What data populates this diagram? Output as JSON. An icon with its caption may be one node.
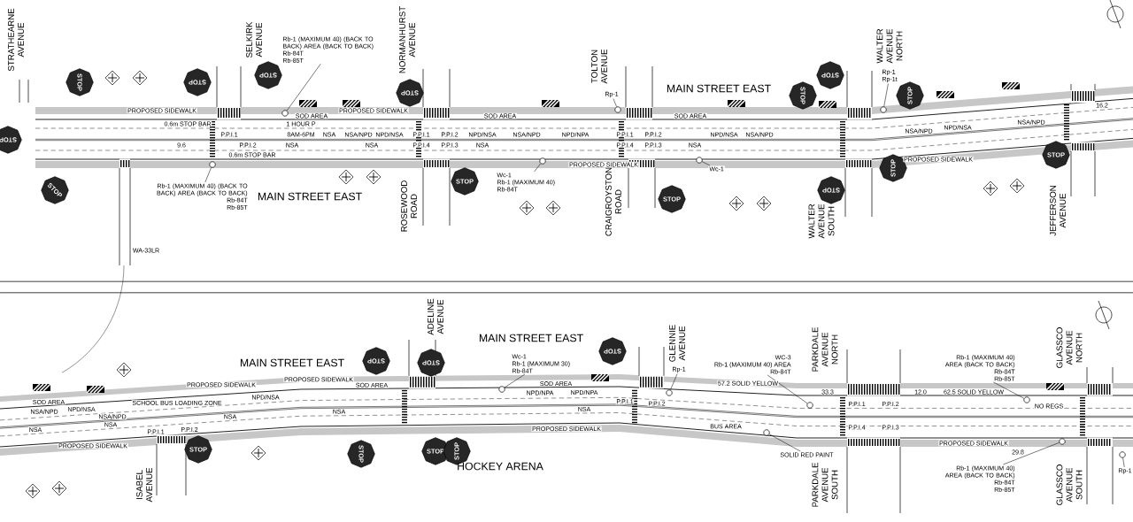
{
  "diagram": {
    "nodes": [
      {
        "text": [
          "Rb-1 (MAXIMUM 40) (BACK TO BACK) AREA (BACK TO BACK)",
          "Rb-84T",
          "Rb-85T"
        ]
      },
      {
        "text": [
          "Rb-1 (MAXIMUM 40) (BACK TO BACK) AREA (BACK TO BACK)",
          "Rb-84T",
          "Rb-85T"
        ]
      },
      {
        "text": [
          "Wc-1",
          "Rb-1 (MAXIMUM 40)",
          "Rb-84T"
        ]
      },
      {
        "text": [
          "Wc-1"
        ]
      },
      {
        "text": [
          "Rp-1"
        ]
      },
      {
        "text": [
          "Rp-1",
          "Rp-1t"
        ]
      },
      {
        "text": [
          "Wc-1",
          "Rb-1 (MAXIMUM 30)",
          "Rb-84T"
        ]
      },
      {
        "text": [
          "WC-3",
          "Rb-1 (MAXIMUM 40) AREA",
          "Rb-84T"
        ]
      },
      {
        "text": [
          "Rb-1 (MAXIMUM 40) AREA (BACK TO BACK)",
          "Rb-84T",
          "Rb-85T"
        ]
      },
      {
        "text": [
          "Rb-1 (MAXIMUM 40) AREA (BACK TO BACK)",
          "Rb-84T",
          "Rb-85T"
        ]
      },
      {
        "text": [
          "SOLID RED PAINT"
        ]
      },
      {
        "text": [
          "Rp-1"
        ]
      },
      {
        "text": [
          "Rp-1"
        ]
      },
      {
        "text": [
          "STOP"
        ]
      },
      {
        "text": [
          "STOP"
        ]
      },
      {
        "text": [
          "STOP"
        ]
      },
      {
        "text": [
          "STOP"
        ]
      },
      {
        "text": [
          "STOP"
        ]
      },
      {
        "text": [
          "STOP"
        ]
      },
      {
        "text": [
          "STOP"
        ]
      },
      {
        "text": [
          "STOP"
        ]
      },
      {
        "text": [
          "STOP"
        ]
      },
      {
        "text": [
          "STOP"
        ]
      },
      {
        "text": [
          "STOP"
        ]
      },
      {
        "text": [
          "STOP"
        ]
      },
      {
        "text": [
          "STOP"
        ]
      },
      {
        "text": [
          "STOP"
        ]
      },
      {
        "text": [
          "STOP"
        ]
      },
      {
        "text": [
          "STOP"
        ]
      },
      {
        "text": [
          "STOP"
        ]
      },
      {
        "text": [
          "STOP"
        ]
      },
      {
        "text": [
          "STOP"
        ]
      },
      {
        "text": [
          "STOP"
        ]
      },
      {
        "text": [
          "STOP"
        ]
      },
      {
        "text": [],
        "shape": "circle"
      },
      {
        "text": [],
        "shape": "circle"
      },
      {
        "text": [],
        "shape": "circle"
      },
      {
        "text": [],
        "shape": "circle"
      },
      {
        "text": [],
        "shape": "circle"
      },
      {
        "text": [],
        "shape": "circle"
      },
      {
        "text": [],
        "shape": "circle"
      },
      {
        "text": [],
        "shape": "circle"
      },
      {
        "text": [],
        "shape": "circle"
      },
      {
        "text": [],
        "shape": "circle"
      },
      {
        "text": [],
        "shape": "circle"
      },
      {
        "text": [],
        "shape": "circle"
      },
      {
        "text": [],
        "shape": "circle"
      }
    ],
    "edges": [
      {
        "from": 0,
        "to": 34,
        "arrow": "none"
      },
      {
        "from": 1,
        "to": 35,
        "arrow": "none"
      },
      {
        "from": 2,
        "to": 36,
        "arrow": "none"
      },
      {
        "from": 3,
        "to": 37,
        "arrow": "none"
      },
      {
        "from": 4,
        "to": 38,
        "arrow": "none"
      },
      {
        "from": 5,
        "to": 39,
        "arrow": "none"
      },
      {
        "from": 6,
        "to": 40,
        "arrow": "none"
      },
      {
        "from": 7,
        "to": 41,
        "arrow": "none"
      },
      {
        "from": 8,
        "to": 42,
        "arrow": "none"
      },
      {
        "from": 9,
        "to": 43,
        "arrow": "none"
      },
      {
        "from": 10,
        "to": 44,
        "arrow": "none"
      },
      {
        "from": 11,
        "to": 45,
        "arrow": "none"
      },
      {
        "from": 12,
        "to": 46,
        "arrow": "none"
      }
    ],
    "labels": [
      "STRATHEARNE AVENUE",
      "SELKIRK AVENUE",
      "NORMANHURST AVENUE",
      "TOLTON AVENUE",
      "WALTER AVENUE NORTH",
      "MAIN STREET EAST",
      "MAIN STREET EAST",
      "ROSEWOOD ROAD",
      "CRAIGROYSTON ROAD",
      "WALTER AVENUE SOUTH",
      "JEFFERSON AVENUE",
      "0.6m STOP BAR",
      "9.6",
      "0.6m STOP BAR",
      "1 HOUR P",
      "8AM-6PM",
      "NSA",
      "NSA",
      "NSA/NPD",
      "NPD/NSA",
      "NPD/NSA",
      "NSA/NPD",
      "NPD/NPA",
      "NPD/NSA",
      "NSA/NPD",
      "NSA/NPD",
      "NPD/NSA",
      "NSA/NPD",
      "NSA",
      "NSA",
      "NSA",
      "PROPOSED SIDEWALK",
      "PROPOSED SIDEWALK",
      "PROPOSED SIDEWALK",
      "PROPOSED SIDEWALK",
      "SOD AREA",
      "SOD AREA",
      "SOD AREA",
      "P.P.I.1",
      "P.P.I.2",
      "P.P.I.1",
      "P.P.I.2",
      "P.P.I.4",
      "P.P.I.3",
      "P.P.I.1",
      "P.P.I.2",
      "P.P.I.4",
      "P.P.I.3",
      "16.2",
      "WA-33LR",
      "ISABEL AVENUE",
      "ADELINE AVENUE",
      "GLENNIE AVENUE",
      "PARKDALE AVENUE NORTH",
      "PARKDALE AVENUE SOUTH",
      "GLASSCO AVENUE NORTH",
      "GLASSCO AVENUE SOUTH",
      "MAIN STREET EAST",
      "MAIN STREET EAST",
      "HOCKEY ARENA",
      "SCHOOL BUS LOADING ZONE",
      "PROPOSED SIDEWALK",
      "PROPOSED SIDEWALK",
      "PROPOSED SIDEWALK",
      "PROPOSED SIDEWALK",
      "PROPOSED SIDEWALK",
      "SOD AREA",
      "SOD AREA",
      "SOD AREA",
      "BUS AREA",
      "NSA/NPD",
      "NPD/NSA",
      "NSA/NPD",
      "NPD/NSA",
      "NPD/NPA",
      "NPD/NPA",
      "NSA",
      "NSA",
      "NSA",
      "NSA",
      "NSA",
      "P.P.I.1",
      "P.P.I.2",
      "P.P.I.1",
      "P.P.I.2",
      "57.2 SOLID YELLOW",
      "33.3",
      "12.0",
      "62.5 SOLID YELLOW",
      "29.8",
      "NO REGS",
      "P.P.I.1",
      "P.P.I.2",
      "P.P.I.4",
      "P.P.I.3"
    ]
  }
}
